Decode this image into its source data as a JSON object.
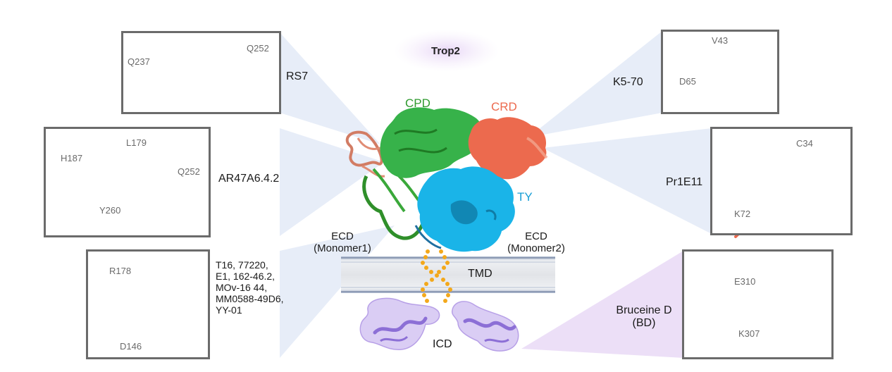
{
  "title": "Trop2",
  "domains": {
    "cpd": "CPD",
    "crd": "CRD",
    "ty": "TY",
    "tmd": "TMD",
    "icd": "ICD",
    "ecd1_line1": "ECD",
    "ecd1_line2": "(Monomer1)",
    "ecd2_line1": "ECD",
    "ecd2_line2": "(Monomer2)"
  },
  "antibodies": {
    "rs7": "RS7",
    "ar47": "AR47A6.4.2",
    "t16_lines": [
      "T16, 77220,",
      "E1, 162-46.2,",
      "MOv-16 44,",
      "MM0588-49D6,",
      "YY-01"
    ],
    "k570": "K5-70",
    "pr1e11": "Pr1E11",
    "bd_line1": "Bruceine D",
    "bd_line2": "(BD)"
  },
  "residues": {
    "q237": "Q237",
    "q252a": "Q252",
    "h187": "H187",
    "l179": "L179",
    "q252b": "Q252",
    "y260": "Y260",
    "r178": "R178",
    "d146": "D146",
    "v43": "V43",
    "d65": "D65",
    "c34": "C34",
    "k72": "K72",
    "e310": "E310",
    "k307": "K307"
  },
  "colors": {
    "green": "#3ec43a",
    "dark_green": "#2f8f2a",
    "salmon": "#ec6a4e",
    "cyan": "#1ab4e8",
    "lavender": "#b49be6",
    "purple": "#8c6fd6",
    "orange": "#f3a81b",
    "frame": "#6b6b6b",
    "ray": "#dfe7f6"
  }
}
